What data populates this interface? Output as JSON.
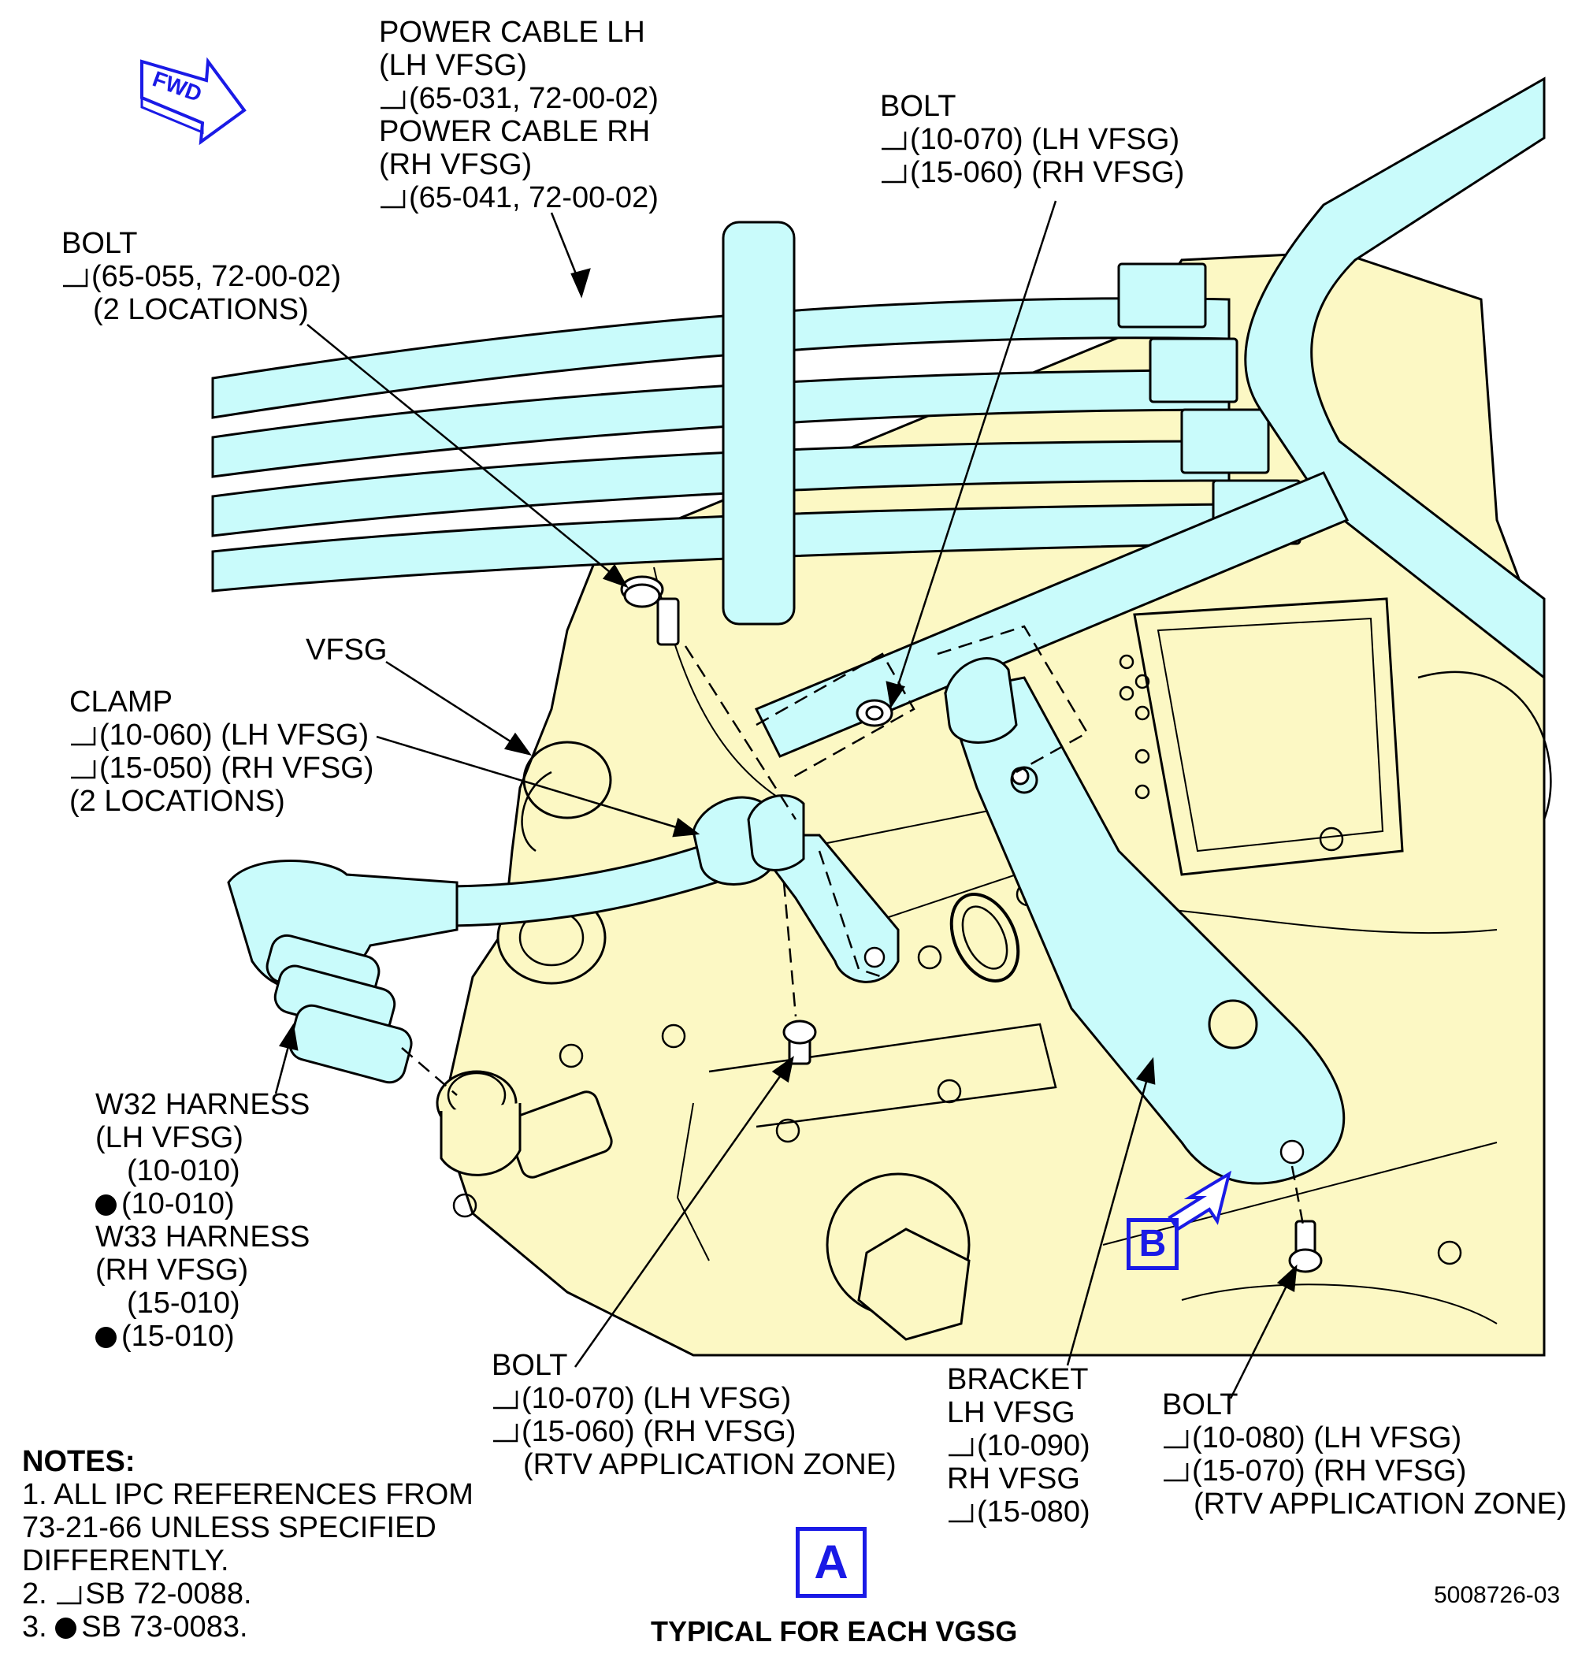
{
  "fwd_label": "FWD",
  "callouts": {
    "power_cable": {
      "lines": [
        {
          "text": "POWER CABLE LH",
          "mark": ""
        },
        {
          "text": "(LH VFSG)",
          "mark": ""
        },
        {
          "text": "(65-031, 72-00-02)",
          "mark": "sb"
        },
        {
          "text": "POWER CABLE RH",
          "mark": ""
        },
        {
          "text": "(RH VFSG)",
          "mark": ""
        },
        {
          "text": "(65-041, 72-00-02)",
          "mark": "sb"
        }
      ]
    },
    "bolt_top": {
      "lines": [
        {
          "text": "BOLT",
          "mark": ""
        },
        {
          "text": "(10-070) (LH VFSG)",
          "mark": "sb"
        },
        {
          "text": "(15-060) (RH VFSG)",
          "mark": "sb"
        }
      ]
    },
    "bolt_left": {
      "lines": [
        {
          "text": "BOLT",
          "mark": ""
        },
        {
          "text": "(65-055, 72-00-02)",
          "mark": "sb"
        },
        {
          "text": "(2 LOCATIONS)",
          "mark": "indent"
        }
      ]
    },
    "vfsg": {
      "lines": [
        {
          "text": "VFSG",
          "mark": ""
        }
      ]
    },
    "clamp": {
      "lines": [
        {
          "text": "CLAMP",
          "mark": ""
        },
        {
          "text": "(10-060) (LH VFSG)",
          "mark": "sb"
        },
        {
          "text": "(15-050) (RH VFSG)",
          "mark": "sb"
        },
        {
          "text": "(2 LOCATIONS)",
          "mark": ""
        }
      ]
    },
    "harness": {
      "lines": [
        {
          "text": "W32 HARNESS",
          "mark": ""
        },
        {
          "text": "(LH VFSG)",
          "mark": ""
        },
        {
          "text": "(10-010)",
          "mark": "indent"
        },
        {
          "text": "(10-010)",
          "mark": "dot"
        },
        {
          "text": "W33 HARNESS",
          "mark": ""
        },
        {
          "text": "(RH VFSG)",
          "mark": ""
        },
        {
          "text": "(15-010)",
          "mark": "indent"
        },
        {
          "text": "(15-010)",
          "mark": "dot"
        }
      ]
    },
    "bolt_bottom": {
      "lines": [
        {
          "text": "BOLT",
          "mark": ""
        },
        {
          "text": "(10-070) (LH VFSG)",
          "mark": "sb"
        },
        {
          "text": "(15-060) (RH VFSG)",
          "mark": "sb"
        },
        {
          "text": "(RTV APPLICATION ZONE)",
          "mark": "indent"
        }
      ]
    },
    "bracket": {
      "lines": [
        {
          "text": "BRACKET",
          "mark": ""
        },
        {
          "text": "LH VFSG",
          "mark": ""
        },
        {
          "text": "(10-090)",
          "mark": "sb"
        },
        {
          "text": "RH VFSG",
          "mark": ""
        },
        {
          "text": "(15-080)",
          "mark": "sb"
        }
      ]
    },
    "bolt_right": {
      "lines": [
        {
          "text": "BOLT",
          "mark": ""
        },
        {
          "text": "(10-080) (LH VFSG)",
          "mark": "sb"
        },
        {
          "text": "(15-070) (RH VFSG)",
          "mark": "sb"
        },
        {
          "text": "(RTV APPLICATION ZONE)",
          "mark": "indent"
        }
      ]
    }
  },
  "notes": {
    "heading": "NOTES:",
    "items": [
      {
        "text": "1. ALL IPC REFERENCES FROM",
        "mark": ""
      },
      {
        "text": "    73-21-66 UNLESS SPECIFIED",
        "mark": ""
      },
      {
        "text": "    DIFFERENTLY.",
        "mark": ""
      },
      {
        "text": "SB 72-0088.",
        "mark": "sb",
        "prefix": "2. "
      },
      {
        "text": "SB 73-0083.",
        "mark": "dot",
        "prefix": "3. "
      }
    ]
  },
  "zone_a": "A",
  "zone_b": "B",
  "caption": "TYPICAL FOR EACH VGSG",
  "drawing_number": "5008726-03",
  "colors": {
    "vfsg_body": "#fcf8c4",
    "cables_brackets": "#c9fbfb",
    "zone_markers": "#1a1ae6",
    "lines": "#000000"
  }
}
